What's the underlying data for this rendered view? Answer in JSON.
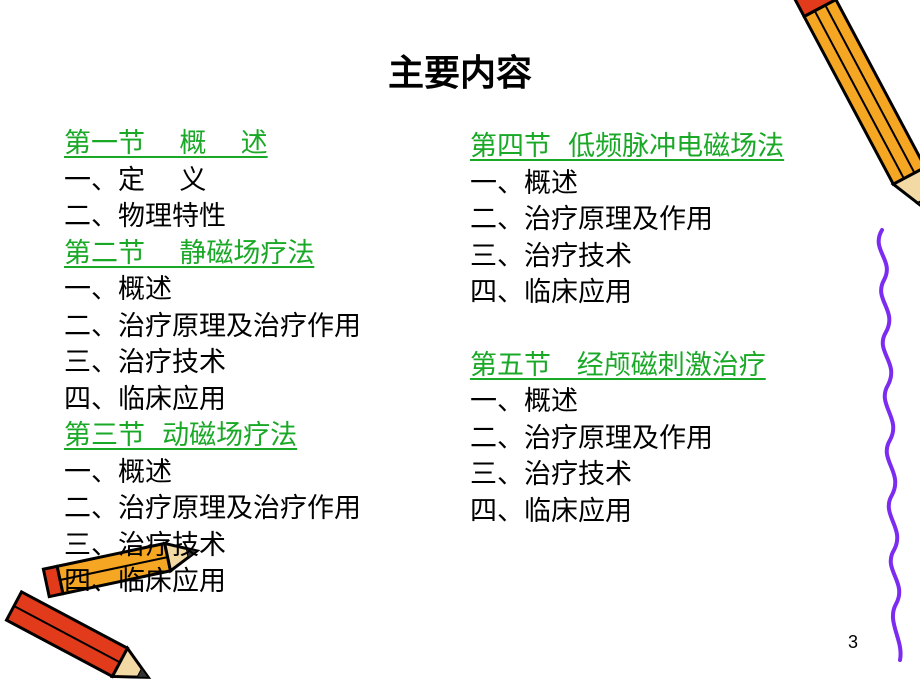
{
  "title": "主要内容",
  "left_column": {
    "sections": [
      {
        "heading": "第一节    概    述",
        "items": [
          "一、定    义",
          "二、物理特性"
        ]
      },
      {
        "heading": "第二节    静磁场疗法",
        "items": [
          "一、概述",
          "二、治疗原理及治疗作用",
          "三、治疗技术",
          "四、临床应用"
        ]
      },
      {
        "heading": "第三节  动磁场疗法",
        "items": [
          "一、概述",
          "二、治疗原理及治疗作用",
          "三、治疗技术",
          "四、临床应用"
        ]
      }
    ]
  },
  "right_column": {
    "sections": [
      {
        "heading": "第四节  低频脉冲电磁场法",
        "items": [
          "一、概述",
          "二、治疗原理及作用",
          "三、治疗技术",
          "四、临床应用"
        ]
      },
      {
        "heading": "第五节   经颅磁刺激治疗",
        "items": [
          "一、概述",
          "二、治疗原理及作用",
          "三、治疗技术",
          "四、临床应用"
        ]
      }
    ]
  },
  "page_number": "3",
  "colors": {
    "heading": "#1aa827",
    "text": "#000000",
    "squiggle": "#7b2cf0",
    "pencil_body": "#f5a623",
    "pencil_tip": "#e23b1c"
  },
  "decorations": {
    "top_right": "pencil-icon",
    "bottom_left": "crossed-pencils-icon",
    "right_edge": "squiggle-line"
  }
}
